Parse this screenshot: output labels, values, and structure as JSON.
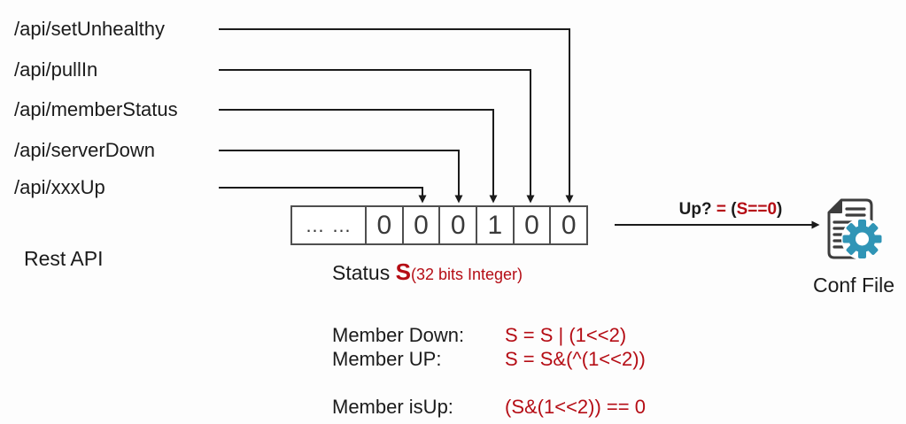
{
  "api": {
    "group_label": "Rest API",
    "endpoints": [
      {
        "label": "/api/setUnhealthy",
        "target_bit": "bit-5 (rightmost shown)"
      },
      {
        "label": "/api/pullIn",
        "target_bit": "bit-4"
      },
      {
        "label": "/api/memberStatus",
        "target_bit": "bit-3 (value 1)"
      },
      {
        "label": "/api/serverDown",
        "target_bit": "bit-2"
      },
      {
        "label": "/api/xxxUp",
        "target_bit": "bit-1"
      }
    ]
  },
  "register": {
    "cells": [
      "… …",
      "0",
      "0",
      "0",
      "1",
      "0",
      "0"
    ],
    "caption_prefix": "Status ",
    "caption_symbol": "S",
    "caption_note": "(32 bits Integer)"
  },
  "condition": {
    "seg_black_1": "Up? ",
    "seg_red_1": "= ",
    "seg_black_2": "(",
    "seg_red_2": "S==0",
    "seg_black_3": ")"
  },
  "output": {
    "label": "Conf File",
    "icon": "document-gear-icon"
  },
  "formulas": [
    {
      "label": "Member Down:",
      "expr": "S = S | (1<<2)"
    },
    {
      "label": "Member UP:",
      "expr": "S = S&(^(1<<2))"
    },
    {
      "label": "Member isUp:",
      "expr": "(S&(1<<2)) == 0"
    }
  ],
  "colors": {
    "ink": "#1b1b1b",
    "accent_red": "#b50d15",
    "digit_gray": "#3a3a3a",
    "gear_teal": "#3095b6"
  }
}
